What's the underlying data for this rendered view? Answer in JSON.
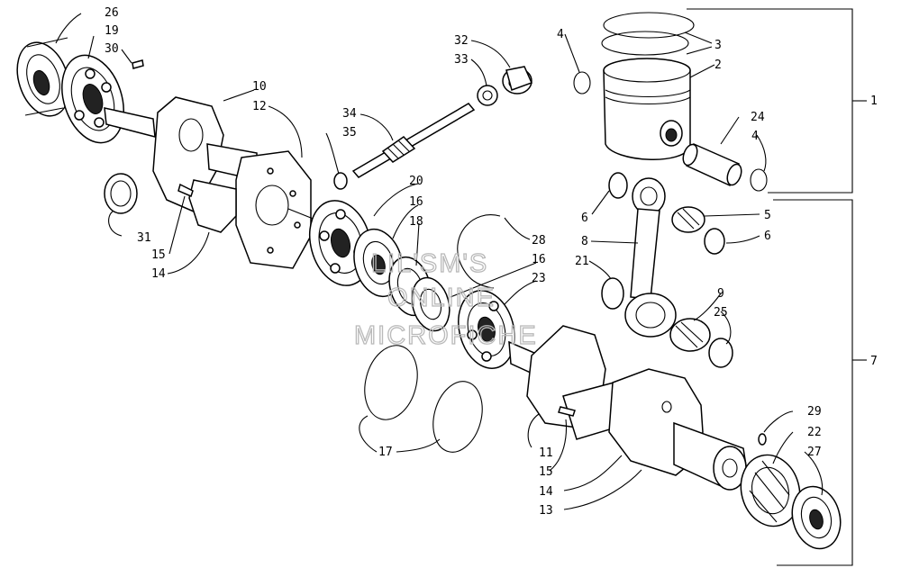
{
  "watermark": [
    "LIL'SM'S",
    "ONLINE",
    "MICROFICHE"
  ],
  "callouts": [
    {
      "id": "c1",
      "text": "1"
    },
    {
      "id": "c2",
      "text": "2"
    },
    {
      "id": "c3",
      "text": "3"
    },
    {
      "id": "c4a",
      "text": "4"
    },
    {
      "id": "c4b",
      "text": "4"
    },
    {
      "id": "c5",
      "text": "5"
    },
    {
      "id": "c6a",
      "text": "6"
    },
    {
      "id": "c6b",
      "text": "6"
    },
    {
      "id": "c7",
      "text": "7"
    },
    {
      "id": "c8",
      "text": "8"
    },
    {
      "id": "c9",
      "text": "9"
    },
    {
      "id": "c10",
      "text": "10"
    },
    {
      "id": "c11",
      "text": "11"
    },
    {
      "id": "c12",
      "text": "12"
    },
    {
      "id": "c13",
      "text": "13"
    },
    {
      "id": "c14a",
      "text": "14"
    },
    {
      "id": "c14b",
      "text": "14"
    },
    {
      "id": "c15a",
      "text": "15"
    },
    {
      "id": "c15b",
      "text": "15"
    },
    {
      "id": "c16a",
      "text": "16"
    },
    {
      "id": "c16b",
      "text": "16"
    },
    {
      "id": "c17",
      "text": "17"
    },
    {
      "id": "c18",
      "text": "18"
    },
    {
      "id": "c19",
      "text": "19"
    },
    {
      "id": "c20",
      "text": "20"
    },
    {
      "id": "c21",
      "text": "21"
    },
    {
      "id": "c22",
      "text": "22"
    },
    {
      "id": "c23",
      "text": "23"
    },
    {
      "id": "c24",
      "text": "24"
    },
    {
      "id": "c25",
      "text": "25"
    },
    {
      "id": "c26",
      "text": "26"
    },
    {
      "id": "c27",
      "text": "27"
    },
    {
      "id": "c28",
      "text": "28"
    },
    {
      "id": "c29",
      "text": "29"
    },
    {
      "id": "c30",
      "text": "30"
    },
    {
      "id": "c31",
      "text": "31"
    },
    {
      "id": "c32",
      "text": "32"
    },
    {
      "id": "c33",
      "text": "33"
    },
    {
      "id": "c34",
      "text": "34"
    },
    {
      "id": "c35",
      "text": "35"
    }
  ]
}
